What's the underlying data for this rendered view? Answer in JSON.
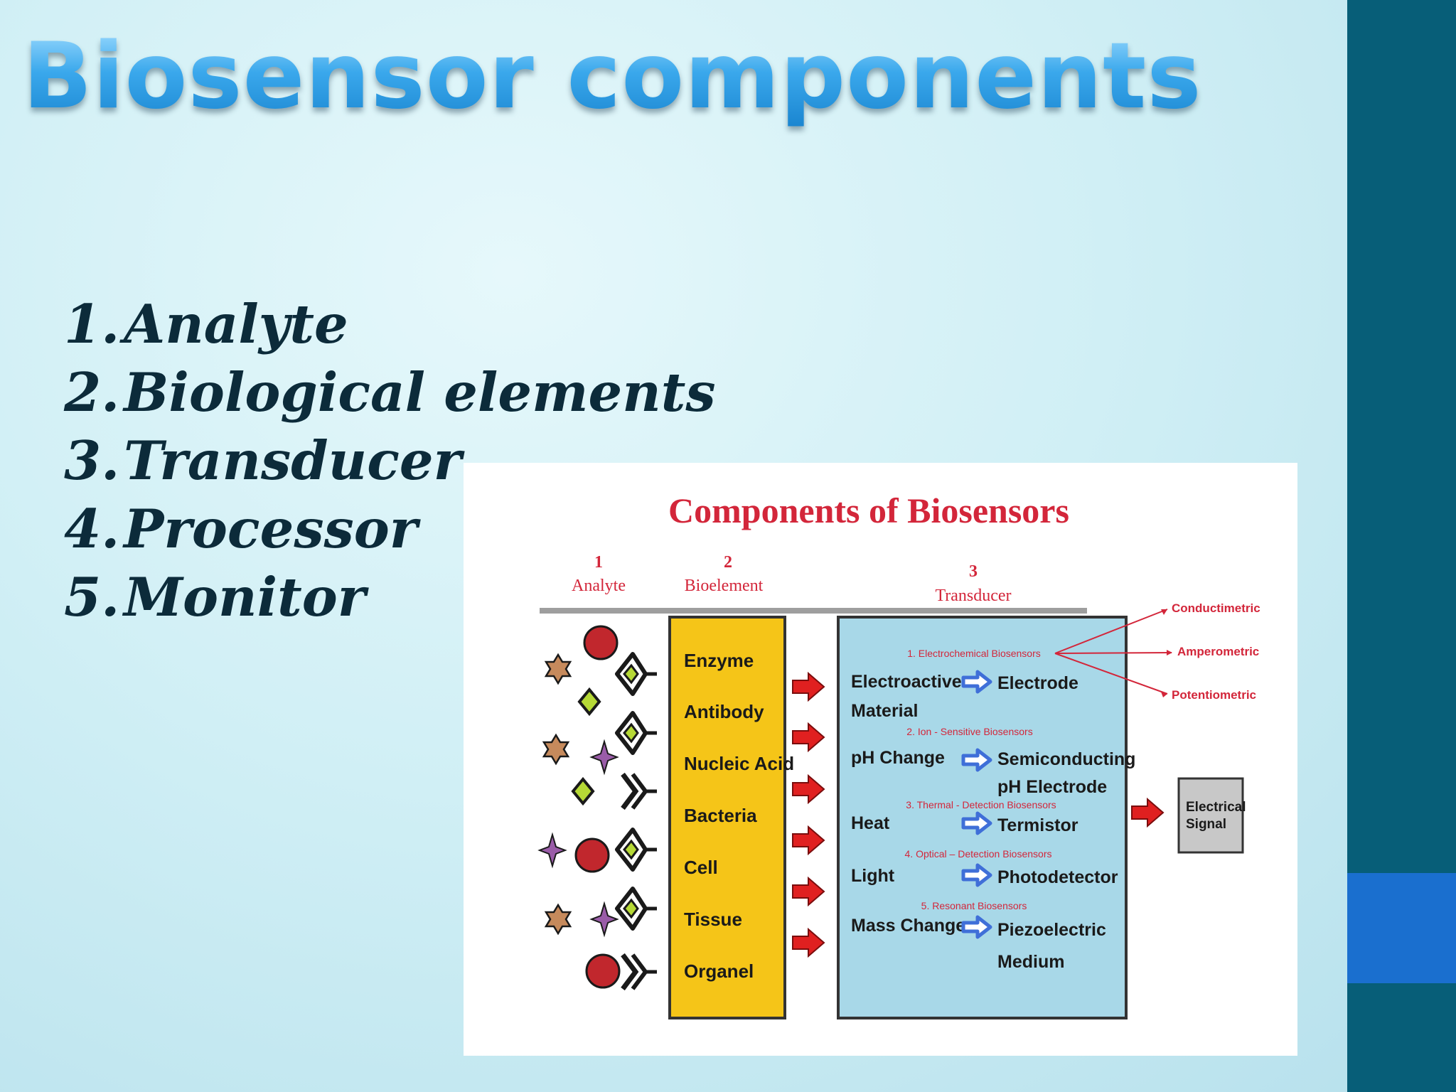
{
  "slide": {
    "title": "Biosensor components",
    "list": [
      {
        "num": "1.",
        "label": "Analyte"
      },
      {
        "num": "2.",
        "label": "Biological elements"
      },
      {
        "num": "3.",
        "label": "Transducer"
      },
      {
        "num": "4.",
        "label": "Processor"
      },
      {
        "num": "5.",
        "label": "Monitor"
      }
    ],
    "colors": {
      "right_bar": "#075e78",
      "right_accent": "#1a6fcf",
      "title": "#3aa6e8",
      "list_text": "#0c2b3a"
    }
  },
  "figure": {
    "title": "Components of Biosensors",
    "col1_num": "1",
    "col1_label": "Analyte",
    "col2_num": "2",
    "col2_label": "Bioelement",
    "col3_num": "3",
    "col3_label": "Transducer",
    "bioelements": [
      "Enzyme",
      "Antibody",
      "Nucleic Acid",
      "Bacteria",
      "Cell",
      "Tissue",
      "Organel"
    ],
    "electrochemical_types": [
      "Conductimetric",
      "Amperometric",
      "Potentiometric"
    ],
    "sections": {
      "s1": "1. Electrochemical Biosensors",
      "s2": "2. Ion - Sensitive Biosensors",
      "s3": "3. Thermal - Detection Biosensors",
      "s4": "4. Optical – Detection Biosensors",
      "s5": "5. Resonant Biosensors"
    },
    "inputs": {
      "electroactive_1": "Electroactive",
      "electroactive_2": "Material",
      "ph_change": "pH Change",
      "heat": "Heat",
      "light": "Light",
      "mass_change": "Mass Change"
    },
    "outputs": {
      "electrode": "Electrode",
      "semi_1": "Semiconducting",
      "semi_2": "pH Electrode",
      "termistor": "Termistor",
      "photodetector": "Photodetector",
      "piezo_1": "Piezoelectric",
      "piezo_2": "Medium"
    },
    "signal_1": "Electrical",
    "signal_2": "Signal",
    "colors": {
      "bioelement_box": "#f5c518",
      "transducer_box": "#a8d8e8",
      "red_text": "#d3263a",
      "arrow_red": "#e02020",
      "arrow_blue": "#3f6fd8"
    }
  }
}
